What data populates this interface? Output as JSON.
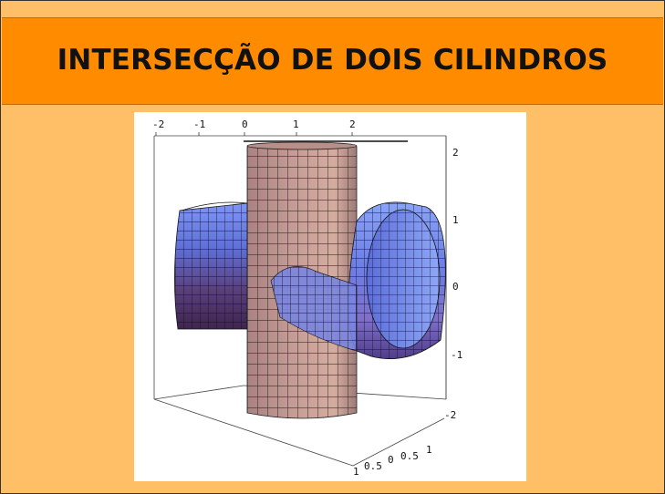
{
  "title": "INTERSECÇÃO DE DOIS CILINDROS",
  "colors": {
    "background": "#FFBF66",
    "title_bar": "#FF8C00",
    "vertical_cylinder": "#C89A92",
    "horizontal_cylinder": "#6F84E8"
  },
  "axes": {
    "x_ticks": [
      "-2",
      "-1",
      "0",
      "1",
      "2"
    ],
    "z_ticks": [
      "2",
      "1",
      "0",
      "-1",
      "-2"
    ],
    "y_ticks": [
      "1",
      "0.5",
      "0",
      "0.5",
      "1"
    ]
  }
}
